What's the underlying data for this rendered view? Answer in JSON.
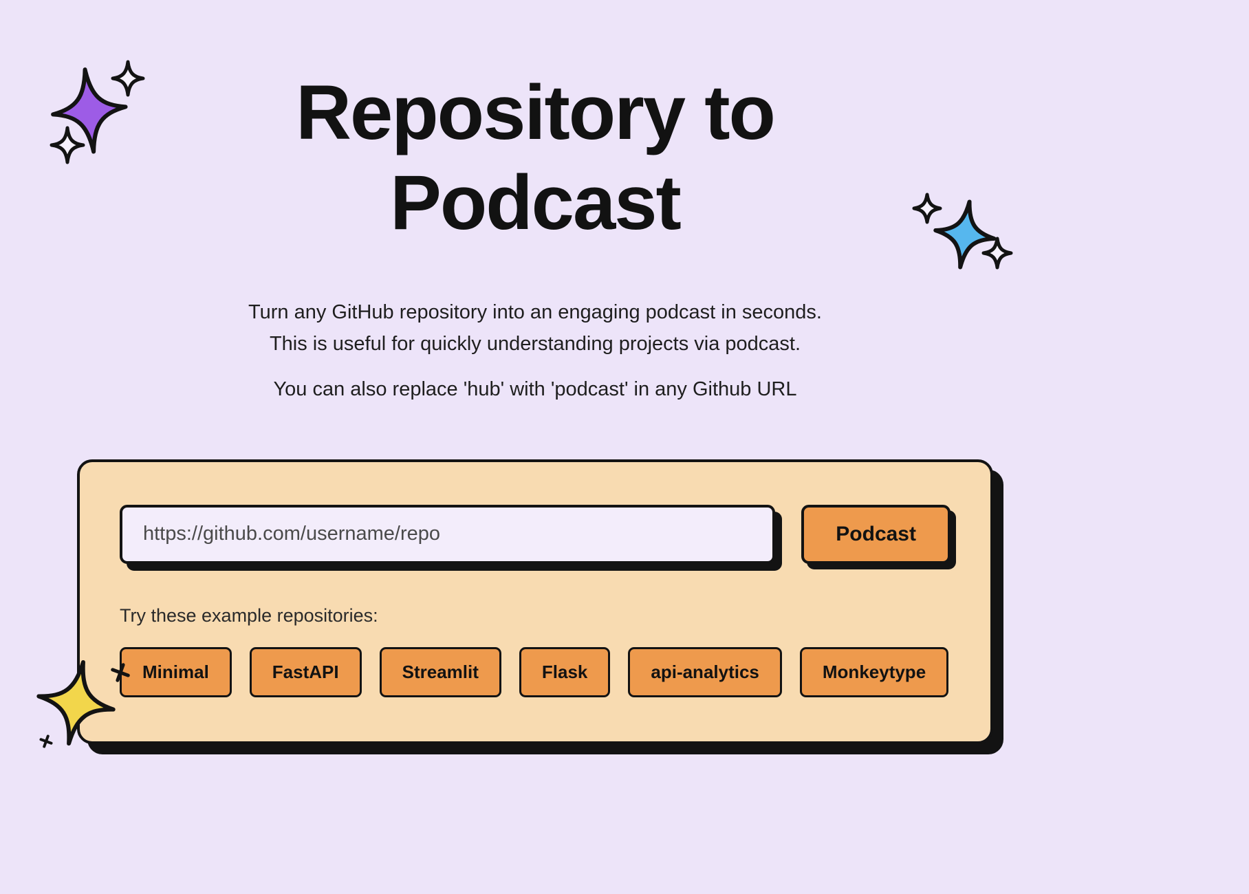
{
  "page": {
    "title_line1": "Repository to",
    "title_line2": "Podcast",
    "subtitle_line1": "Turn any GitHub repository into an engaging podcast in seconds.",
    "subtitle_line2": "This is useful for quickly understanding projects via podcast.",
    "subtitle_line3": "You can also replace 'hub' with 'podcast' in any Github URL"
  },
  "form": {
    "input_placeholder": "https://github.com/username/repo",
    "input_value": "",
    "submit_label": "Podcast",
    "examples_label": "Try these example repositories:",
    "examples": [
      "Minimal",
      "FastAPI",
      "Streamlit",
      "Flask",
      "api-analytics",
      "Monkeytype"
    ]
  },
  "colors": {
    "background": "#EDE4F9",
    "card": "#F8DBB1",
    "accent_orange": "#EE9A4D",
    "ink": "#131313",
    "star_purple": "#9D5CE6",
    "star_blue": "#56B7EE",
    "star_yellow": "#F2D64B"
  }
}
